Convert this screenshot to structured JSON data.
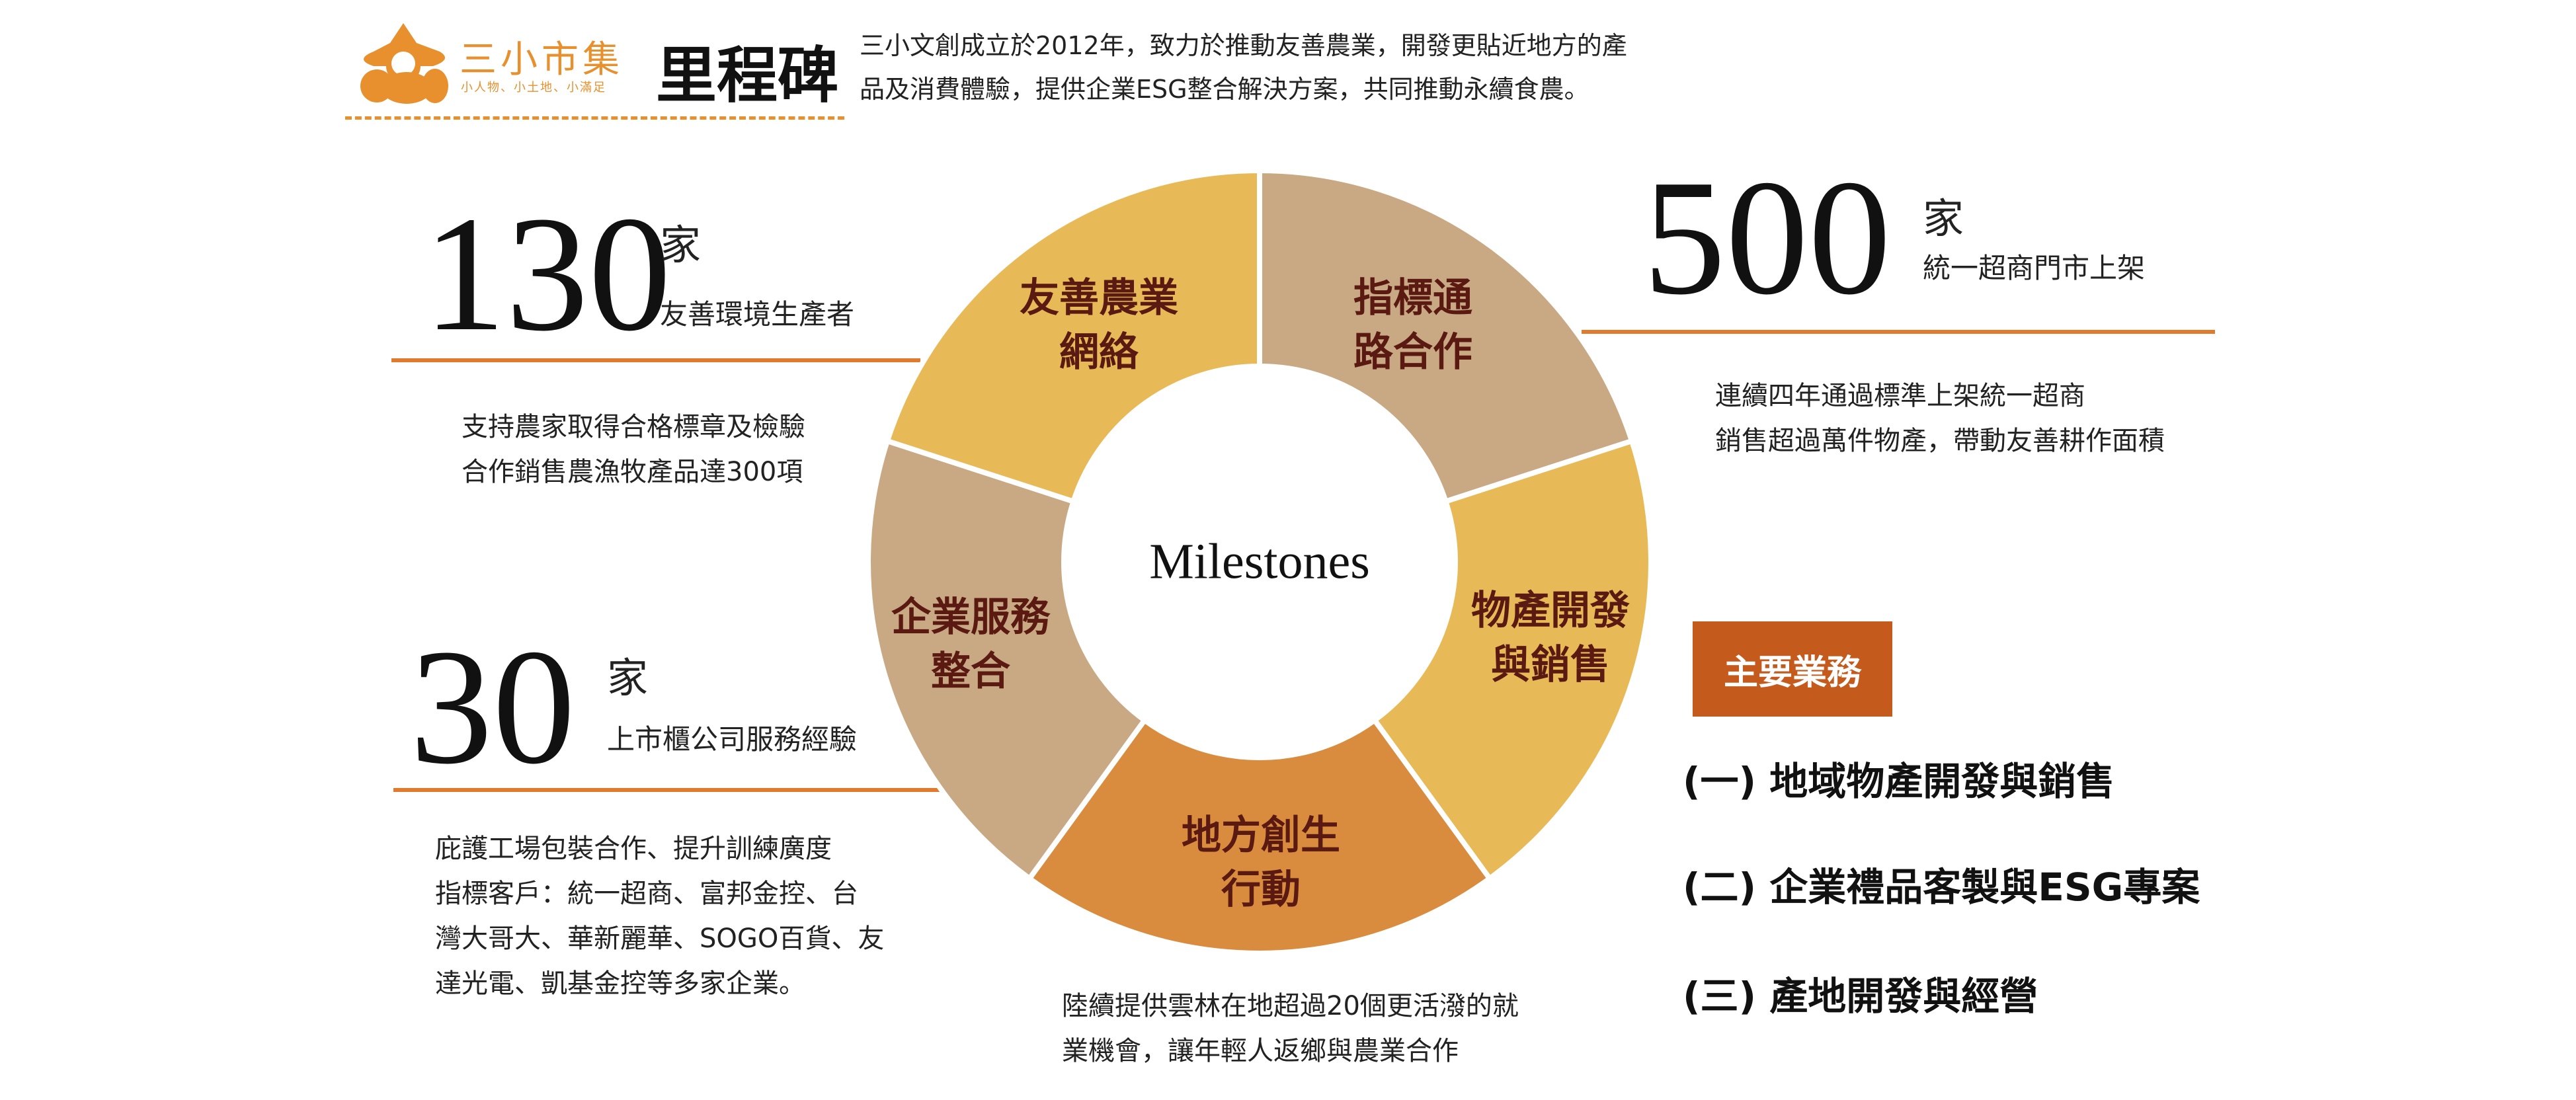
{
  "header": {
    "brand_name": "三小市集",
    "brand_tagline": "小人物、小土地、小滿足",
    "title": "里程碑",
    "description": "三小文創成立於2012年，致力於推動友善農業，開發更貼近地方的產\n品及消費體驗，提供企業ESG整合解決方案，共同推動永續食農。"
  },
  "colors": {
    "brand": "#E8902E",
    "yellow": "#E8BA57",
    "tan": "#C9A983",
    "orange": "#D98C3E",
    "rule": "#E07A2C",
    "badge": "#C45B1D",
    "label": "#5A1A12"
  },
  "stats": [
    {
      "number": "130",
      "unit": "家",
      "caption": "友善環境生產者",
      "detail": "支持農家取得合格標章及檢驗\n合作銷售農漁牧產品達300項"
    },
    {
      "number": "30",
      "unit": "家",
      "caption": "上市櫃公司服務經驗",
      "detail": "庇護工場包裝合作、提升訓練廣度\n指標客戶：統一超商、富邦金控、台\n灣大哥大、華新麗華、SOGO百貨、友\n達光電、凱基金控等多家企業。"
    },
    {
      "number": "500",
      "unit": "家",
      "caption": "統一超商門市上架",
      "detail": "連續四年通過標準上架統一超商\n銷售超過萬件物產，帶動友善耕作面積"
    }
  ],
  "donut": {
    "center_label": "Milestones",
    "segments": [
      {
        "label": "指標通\n路合作",
        "color": "tan"
      },
      {
        "label": "物產開發\n與銷售",
        "color": "yellow"
      },
      {
        "label": "地方創生\n行動",
        "color": "orange"
      },
      {
        "label": "企業服務\n整合",
        "color": "tan"
      },
      {
        "label": "友善農業\n網絡",
        "color": "yellow"
      }
    ],
    "bottom_detail": "陸續提供雲林在地超過20個更活潑的就\n業機會，讓年輕人返鄉與農業合作"
  },
  "business": {
    "badge": "主要業務",
    "items": [
      "(一) 地域物產開發與銷售",
      "(二) 企業禮品客製與ESG專案",
      "(三) 產地開發與經營"
    ]
  }
}
